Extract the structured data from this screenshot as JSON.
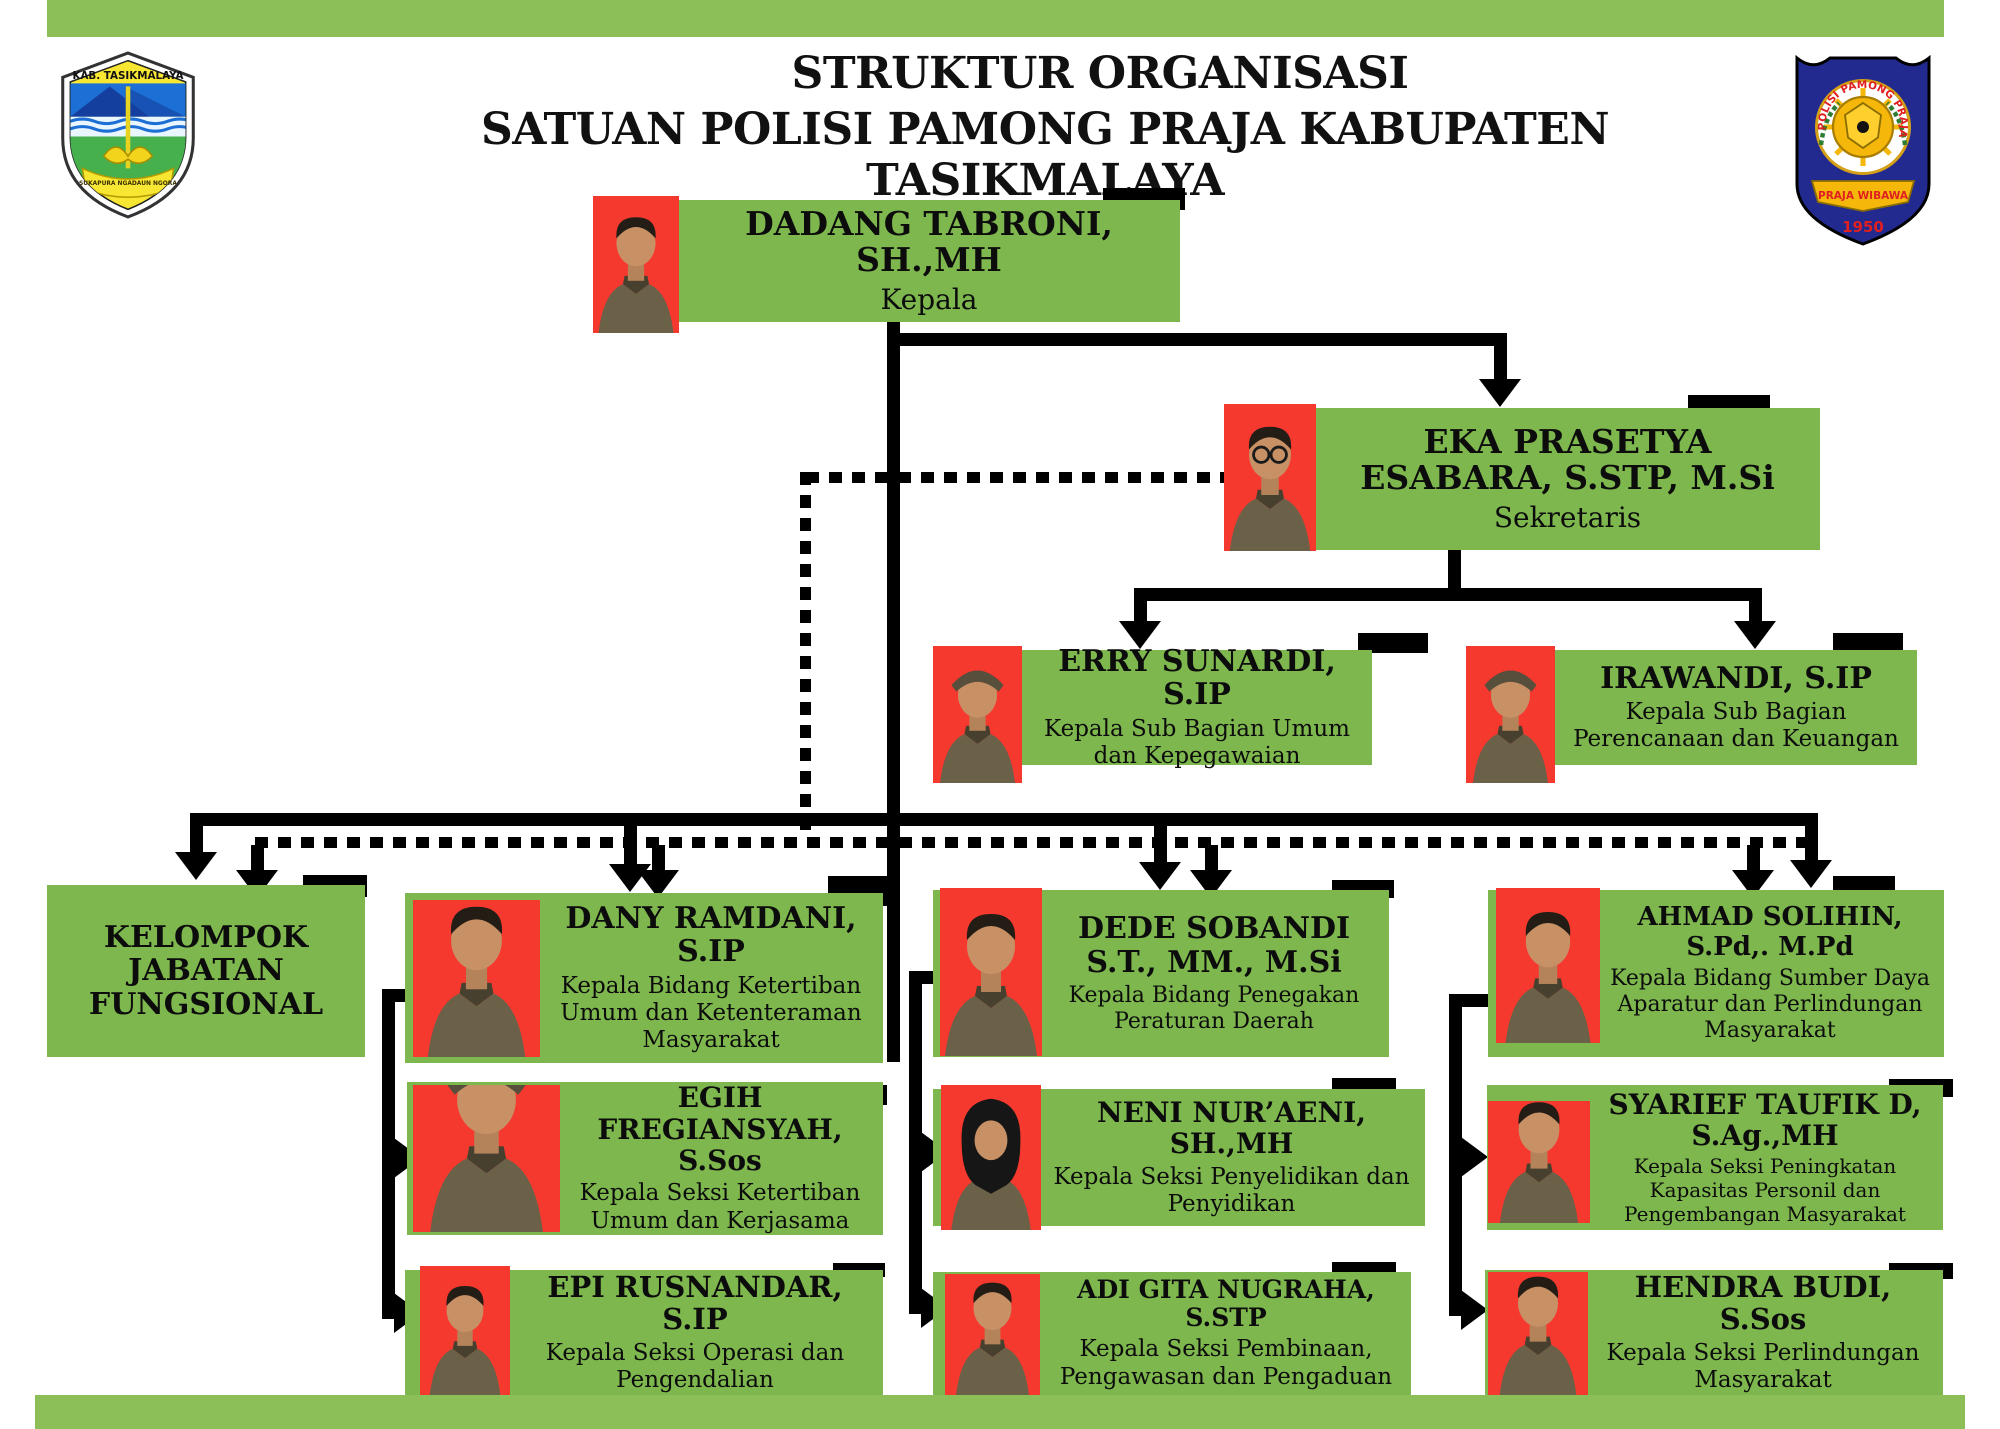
{
  "title": {
    "line1": "STRUKTUR ORGANISASI",
    "line2": "SATUAN POLISI PAMONG PRAJA KABUPATEN TASIKMALAYA"
  },
  "logos": {
    "left": {
      "icon": "kab-tasikmalaya-seal",
      "label": "KAB. TASIKMALAYA",
      "motto": "SUKAPURA NGADAUN NGORA"
    },
    "right": {
      "icon": "satpol-pp-badge",
      "ring_text": "POLISI PAMONG PRAJA",
      "banner": "PRAJA WIBAWA",
      "year": "1950"
    }
  },
  "colors": {
    "bar_green": "#8cbf57",
    "box_green": "#7db74d",
    "photo_red": "#f5392e",
    "line_black": "#000000"
  },
  "nodes": {
    "kepala": {
      "name": "DADANG TABRONI, SH.,MH",
      "role": "Kepala",
      "photo": "male-officer"
    },
    "sekretaris": {
      "name": "EKA PRASETYA ESABARA, S.STP, M.Si",
      "role": "Sekretaris",
      "photo": "male-officer-glasses"
    },
    "subbag_umum": {
      "name": "ERRY SUNARDI, S.IP",
      "role": "Kepala Sub Bagian Umum dan Kepegawaian",
      "photo": "male-officer-cap"
    },
    "subbag_perencanaan": {
      "name": "IRAWANDI, S.IP",
      "role": "Kepala Sub Bagian Perencanaan dan Keuangan",
      "photo": "male-officer-cap"
    },
    "kelompok_jabatan": {
      "name": "KELOMPOK JABATAN FUNGSIONAL"
    },
    "bidang_tibum": {
      "name": "DANY RAMDANI, S.IP",
      "role": "Kepala Bidang Ketertiban Umum dan Ketenteraman Masyarakat",
      "photo": "male-officer"
    },
    "bidang_penegakan": {
      "name": "DEDE SOBANDI S.T., MM., M.Si",
      "role": "Kepala Bidang Penegakan Peraturan Daerah",
      "photo": "male-officer"
    },
    "bidang_sumber_daya": {
      "name": "AHMAD SOLIHIN, S.Pd,. M.Pd",
      "role": "Kepala Bidang Sumber Daya Aparatur dan Perlindungan Masyarakat",
      "photo": "male-officer"
    },
    "seksi_tibum": {
      "name": "EGIH FREGIANSYAH, S.Sos",
      "role": "Kepala Seksi Ketertiban Umum dan Kerjasama",
      "photo": "male-officer-cap"
    },
    "seksi_penyelidikan": {
      "name": "NENI NUR’AENI, SH.,MH",
      "role": "Kepala Seksi Penyelidikan dan Penyidikan",
      "photo": "female-officer-hijab"
    },
    "seksi_peningkatan": {
      "name": "SYARIEF TAUFIK D, S.Ag.,MH",
      "role": "Kepala Seksi Peningkatan Kapasitas Personil dan Pengembangan Masyarakat",
      "photo": "male-officer"
    },
    "seksi_operasi": {
      "name": "EPI RUSNANDAR, S.IP",
      "role": "Kepala Seksi Operasi dan Pengendalian",
      "photo": "male-officer"
    },
    "seksi_pembinaan": {
      "name": "ADI GITA NUGRAHA, S.STP",
      "role": "Kepala Seksi Pembinaan, Pengawasan dan Pengaduan",
      "photo": "male-officer"
    },
    "seksi_perlindungan": {
      "name": "HENDRA BUDI, S.Sos",
      "role": "Kepala Seksi Perlindungan Masyarakat",
      "photo": "male-officer"
    }
  }
}
